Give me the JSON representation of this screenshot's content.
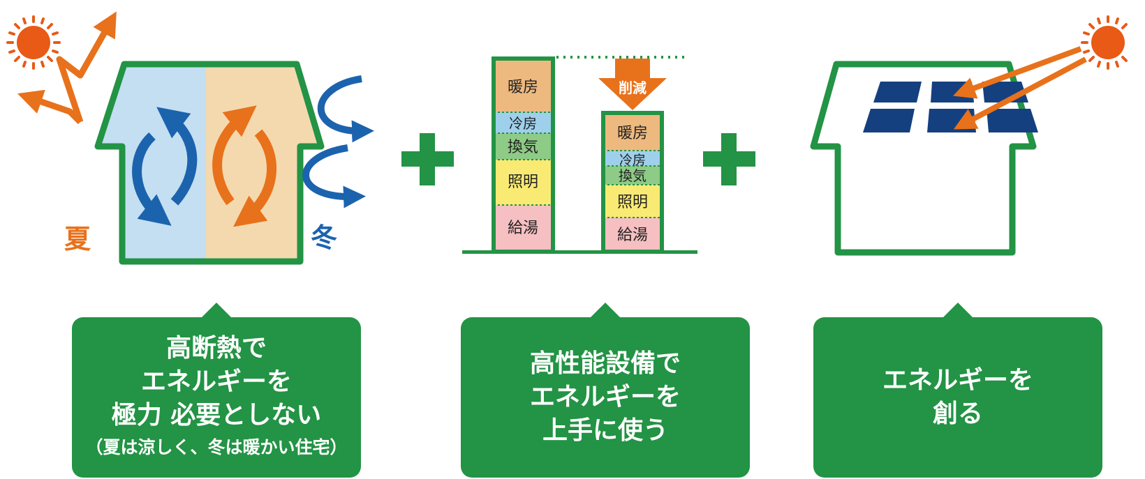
{
  "house1": {
    "summer_label": "夏",
    "winter_label": "冬"
  },
  "bars": {
    "before": [
      "暖房",
      "冷房",
      "換気",
      "照明",
      "給湯"
    ],
    "after": [
      "暖房",
      "冷房",
      "換気",
      "照明",
      "給湯"
    ],
    "reduce_label": "削減"
  },
  "cards": [
    {
      "lines": [
        "高断熱で",
        "エネルギーを",
        "極力 必要としない"
      ],
      "note": "（夏は涼しく、冬は暖かい住宅）"
    },
    {
      "lines": [
        "高性能設備で",
        "エネルギーを",
        "上手に使う"
      ]
    },
    {
      "lines": [
        "エネルギーを",
        "創る"
      ]
    }
  ],
  "colors": {
    "green": "#239345",
    "summer_orange": "#E8711B",
    "winter_blue": "#1C63AE",
    "heating": "#EEB97F",
    "cooling": "#9ED0EC",
    "ventilation": "#8ECB86",
    "lighting": "#F9EA73",
    "hot_water": "#F6BFC1",
    "solar_panel": "#15407F"
  },
  "icons": [
    "sun-icon",
    "plus-icon",
    "solar-panel-icon"
  ]
}
